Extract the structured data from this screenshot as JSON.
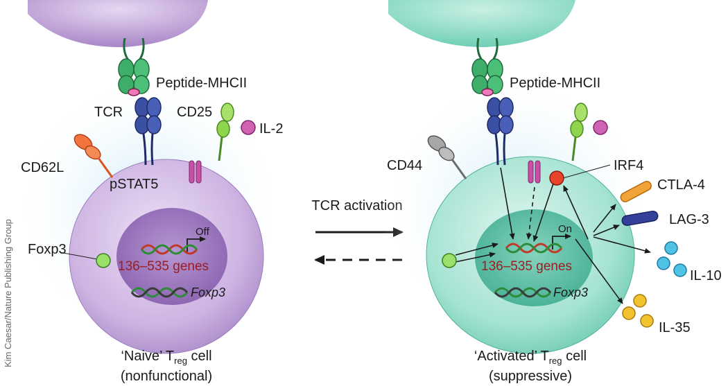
{
  "credit": "Kim Caesar/Nature Publishing Group",
  "arrow_label": "TCR activation",
  "left_cell": {
    "peptide_mhc": "Peptide-MHCII",
    "tcr": "TCR",
    "cd25": "CD25",
    "il2": "IL-2",
    "cd62l": "CD62L",
    "pstat5": "pSTAT5",
    "gene_state": "Off",
    "genes": "136–535 genes",
    "foxp3_gene": "Foxp3",
    "foxp3_protein": "Foxp3",
    "caption_pre": "‘Naive’ T",
    "caption_sub": "reg",
    "caption_post": " cell",
    "caption_line2": "(nonfunctional)"
  },
  "right_cell": {
    "peptide_mhc": "Peptide-MHCII",
    "cd44": "CD44",
    "irf4": "IRF4",
    "gene_state": "On",
    "genes": "136–535 genes",
    "foxp3_gene": "Foxp3",
    "ctla4": "CTLA-4",
    "lag3": "LAG-3",
    "il10": "IL-10",
    "il35": "IL-35",
    "caption_pre": "‘Activated’ T",
    "caption_sub": "reg",
    "caption_post": " cell",
    "caption_line2": "(suppressive)"
  },
  "colors": {
    "naive_cell": "#c9b0df",
    "naive_nucleus": "#9c78bd",
    "activated_cell": "#9fe0cf",
    "activated_nucleus": "#5cc0a7",
    "apc_left": "#c4a5dc",
    "apc_right": "#8fdcc7",
    "mhc": "#3fae6a",
    "tcr": "#3b4fa3",
    "pstat5": "#c74fa6",
    "irf4": "#e8432b",
    "ctla4": "#f2a33a",
    "lag3": "#34409a",
    "il10": "#4fc3e6",
    "il35": "#f2c230",
    "cd62l": "#f2743f",
    "cd44": "#8a8a8a",
    "genes_text": "#9c1c22"
  }
}
